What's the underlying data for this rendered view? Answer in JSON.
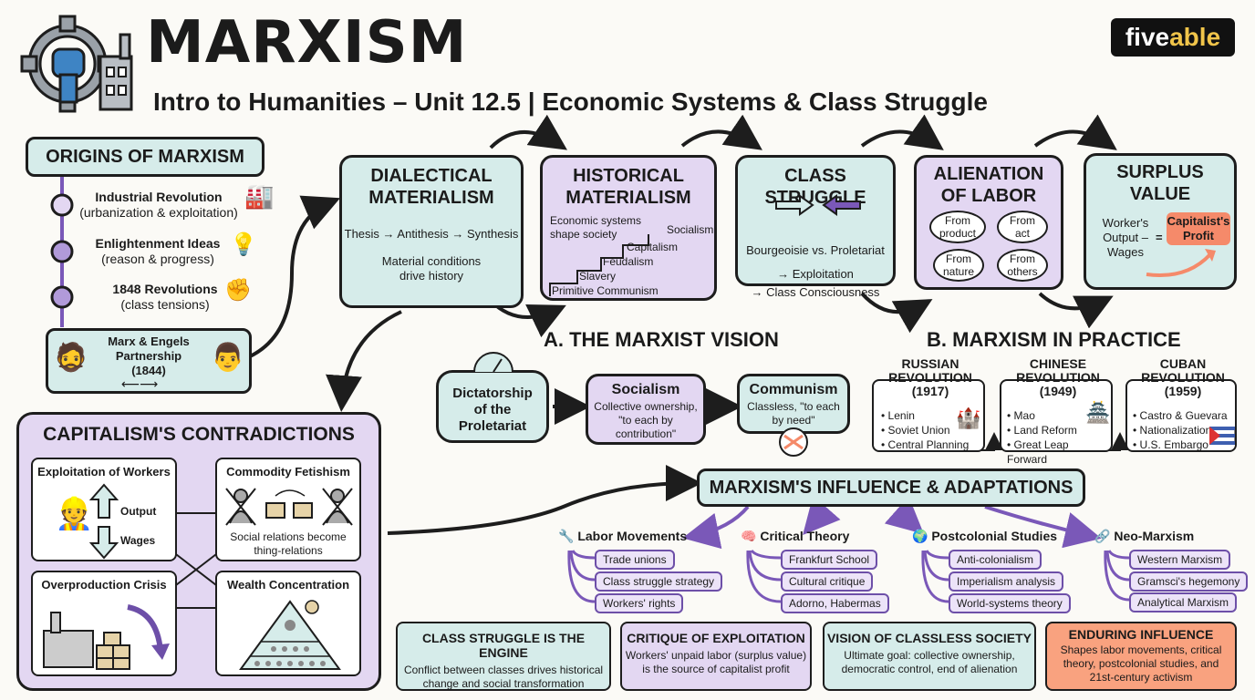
{
  "header": {
    "title": "MARXISM",
    "subtitle": "Intro to Humanities – Unit 12.5 | Economic Systems & Class Struggle",
    "brand_a": "five",
    "brand_b": "able"
  },
  "origins": {
    "title": "ORIGINS OF MARXISM",
    "items": [
      {
        "l1": "Industrial Revolution",
        "l2": "(urbanization & exploitation)"
      },
      {
        "l1": "Enlightenment Ideas",
        "l2": "(reason & progress)"
      },
      {
        "l1": "1848 Revolutions",
        "l2": "(class tensions)"
      }
    ],
    "partnership": {
      "l1": "Marx & Engels",
      "l2": "Partnership",
      "l3": "(1844)"
    }
  },
  "flow": {
    "dialectical": {
      "title1": "DIALECTICAL",
      "title2": "MATERIALISM",
      "line1": "Thesis → Antithesis → Synthesis",
      "line2": "Material conditions",
      "line3": "drive history"
    },
    "historical": {
      "title1": "HISTORICAL",
      "title2": "MATERIALISM",
      "desc1": "Economic systems",
      "desc2": "shape society",
      "steps": [
        "Primitive Communism",
        "Slavery",
        "Feudalism",
        "Capitalism",
        "Socialism"
      ]
    },
    "class_struggle": {
      "title": "CLASS STRUGGLE",
      "line1": "Bourgeoisie vs. Proletariat",
      "line2": "→ Exploitation",
      "line3": "→ Class Consciousness"
    },
    "alienation": {
      "title1": "ALIENATION",
      "title2": "OF LABOR",
      "ovals": [
        [
          "From",
          "product"
        ],
        [
          "From",
          "act"
        ],
        [
          "From",
          "nature"
        ],
        [
          "From",
          "others"
        ]
      ]
    },
    "surplus": {
      "title1": "SURPLUS",
      "title2": "VALUE",
      "left1": "Worker's",
      "left2": "Output –",
      "left3": "Wages",
      "eq": "=",
      "right1": "Capitalist's",
      "right2": "Profit"
    }
  },
  "vision": {
    "heading": "A. THE MARXIST VISION",
    "dictatorship": {
      "l1": "Dictatorship",
      "l2": "of the",
      "l3": "Proletariat"
    },
    "socialism": {
      "title": "Socialism",
      "l1": "Collective ownership,",
      "l2": "\"to each by",
      "l3": "contribution\""
    },
    "communism": {
      "title": "Communism",
      "l1": "Classless, \"to each",
      "l2": "by need\""
    }
  },
  "practice": {
    "heading": "B. MARXISM IN PRACTICE",
    "revolutions": [
      {
        "t1": "RUSSIAN",
        "t2": "REVOLUTION",
        "year": "(1917)",
        "bullets": [
          "Lenin",
          "Soviet Union",
          "Central Planning"
        ]
      },
      {
        "t1": "CHINESE",
        "t2": "REVOLUTION",
        "year": "(1949)",
        "bullets": [
          "Mao",
          "Land Reform",
          "Great Leap Forward"
        ]
      },
      {
        "t1": "CUBAN",
        "t2": "REVOLUTION",
        "year": "(1959)",
        "bullets": [
          "Castro & Guevara",
          "Nationalization",
          "U.S. Embargo"
        ]
      }
    ]
  },
  "contradictions": {
    "title": "CAPITALISM'S CONTRADICTIONS",
    "exploitation": {
      "title": "Exploitation of Workers",
      "output": "Output",
      "wages": "Wages"
    },
    "fetishism": {
      "title": "Commodity Fetishism",
      "l1": "Social relations become",
      "l2": "thing-relations"
    },
    "overproduction": {
      "title": "Overproduction Crisis"
    },
    "wealth": {
      "title": "Wealth Concentration"
    }
  },
  "influence": {
    "title": "MARXISM'S INFLUENCE & ADAPTATIONS",
    "branches": [
      {
        "title": "Labor Movements",
        "items": [
          "Trade unions",
          "Class struggle strategy",
          "Workers' rights"
        ]
      },
      {
        "title": "Critical Theory",
        "items": [
          "Frankfurt School",
          "Cultural critique",
          "Adorno, Habermas"
        ]
      },
      {
        "title": "Postcolonial Studies",
        "items": [
          "Anti-colonialism",
          "Imperialism analysis",
          "World-systems theory"
        ]
      },
      {
        "title": "Neo-Marxism",
        "items": [
          "Western Marxism",
          "Gramsci's hegemony",
          "Analytical Marxism"
        ]
      }
    ]
  },
  "summary": [
    {
      "title": "CLASS STRUGGLE IS THE ENGINE",
      "l1": "Conflict between classes drives historical",
      "l2": "change and social transformation"
    },
    {
      "title": "CRITIQUE OF EXPLOITATION",
      "l1": "Workers' unpaid labor (surplus value)",
      "l2": "is the source of capitalist profit"
    },
    {
      "title": "VISION OF CLASSLESS SOCIETY",
      "l1": "Ultimate goal: collective ownership,",
      "l2": "democratic control, end of alienation"
    },
    {
      "title": "ENDURING INFLUENCE",
      "l1": "Shapes labor movements, critical",
      "l2": "theory, postcolonial studies, and",
      "l3": "21st-century activism"
    }
  ],
  "colors": {
    "teal": "#d6ecea",
    "purple": "#e3d7f2",
    "orange": "#f9a27f",
    "accent_purple": "#7a58b8",
    "ink": "#1d1d1d"
  }
}
